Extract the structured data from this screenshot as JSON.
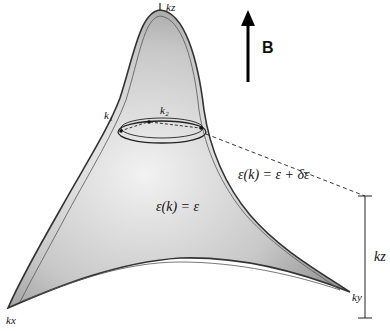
{
  "diagram": {
    "labels": [
      "kz",
      "B",
      "k₁",
      "k₂",
      "ε(k) = ε",
      "ε(k) = ε + δε",
      "kz",
      "kx",
      "ky"
    ]
  }
}
